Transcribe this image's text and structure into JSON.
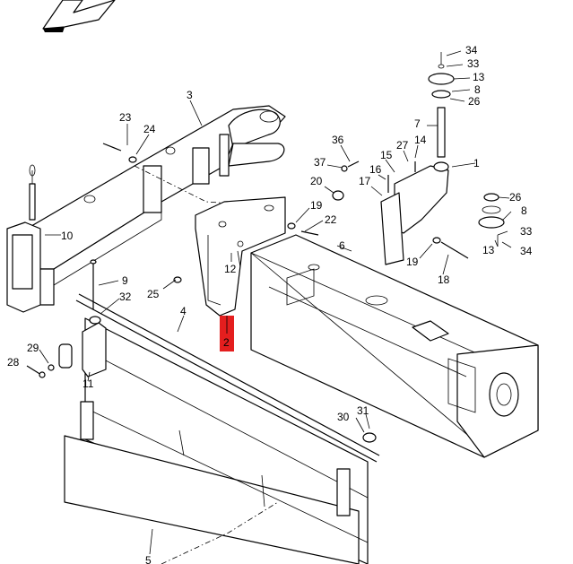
{
  "highlight_color": "#e41e1e",
  "highlighted_callout": "2",
  "callouts": {
    "c34a": "34",
    "c33a": "33",
    "c13a": "13",
    "c8a": "8",
    "c26a": "26",
    "c3": "3",
    "c7": "7",
    "c23": "23",
    "c24": "24",
    "c36": "36",
    "c15": "15",
    "c27": "27",
    "c14": "14",
    "c1": "1",
    "c37": "37",
    "c16": "16",
    "c20": "20",
    "c17": "17",
    "c26b": "26",
    "c19a": "19",
    "c22": "22",
    "c8b": "8",
    "c10": "10",
    "c6": "6",
    "c33b": "33",
    "c13b": "13",
    "c34b": "34",
    "c12": "12",
    "c19b": "19",
    "c18": "18",
    "c9": "9",
    "c25": "25",
    "c32": "32",
    "c4": "4",
    "c2": "2",
    "c29": "29",
    "c28": "28",
    "c11": "11",
    "c30": "30",
    "c31": "31",
    "c5": "5"
  }
}
